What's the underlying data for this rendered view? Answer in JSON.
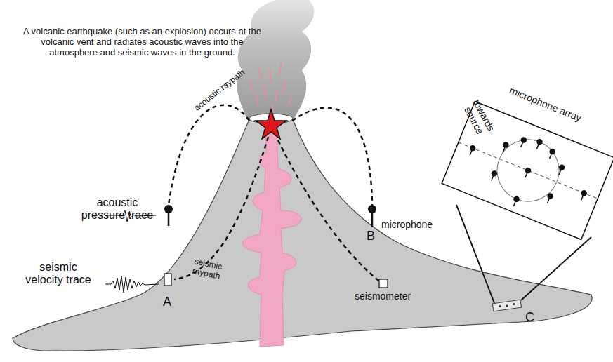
{
  "diagram": {
    "labels": [
      "A volcanic earthquake (such as an explosion) occurs at the volcanic vent and radiates acoustic waves into the atmosphere and seismic waves in the ground.",
      "acoustic raypath",
      "acoustic pressure trace",
      "seismic velocity trace",
      "seismic raypath",
      "A",
      "B",
      "microphone",
      "seismometer",
      "C",
      "towards source",
      "microphone array"
    ]
  }
}
